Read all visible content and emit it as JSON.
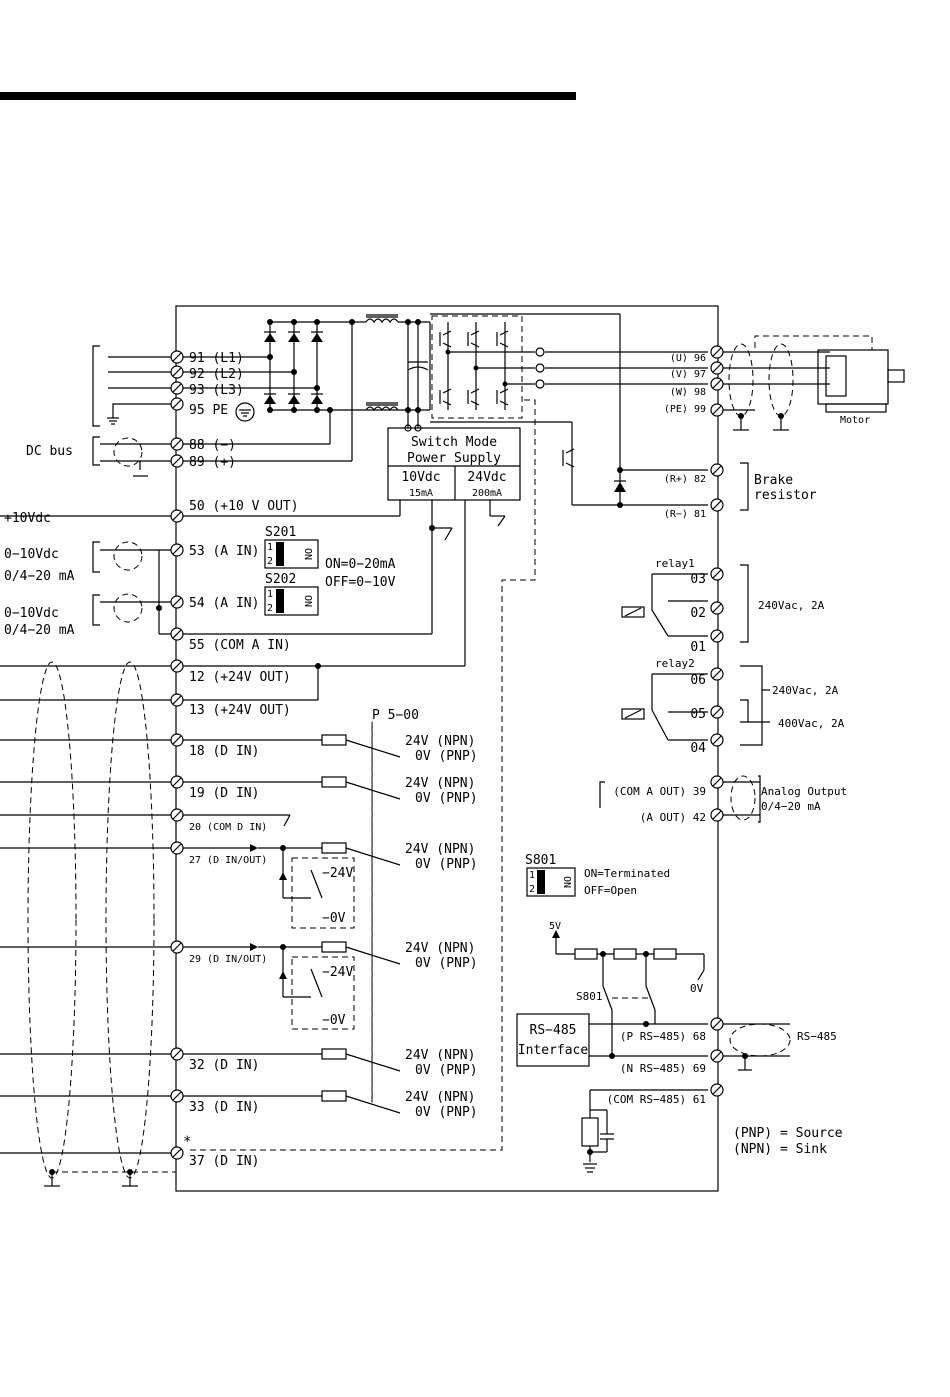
{
  "diagram": {
    "left_terminals": [
      {
        "label": "91  (L1)"
      },
      {
        "label": "92  (L2)"
      },
      {
        "label": "93  (L3)"
      },
      {
        "label": "95  PE"
      },
      {
        "label": "88  (−)"
      },
      {
        "label": "89  (+)"
      },
      {
        "label": "50  (+10 V OUT)"
      },
      {
        "label": "53  (A IN)"
      },
      {
        "label": "54  (A IN)"
      },
      {
        "label": "55  (COM A IN)"
      },
      {
        "label": "12  (+24V OUT)"
      },
      {
        "label": "13  (+24V OUT)"
      },
      {
        "label": "18  (D IN)"
      },
      {
        "label": "19  (D IN)"
      },
      {
        "label": "20  (COM D IN)"
      },
      {
        "label": "27  (D IN/OUT)"
      },
      {
        "label": "29  (D IN/OUT)"
      },
      {
        "label": "32  (D IN)"
      },
      {
        "label": "33  (D IN)"
      },
      {
        "label": "37  (D IN)"
      }
    ],
    "right_terminals": [
      {
        "label": "(U) 96"
      },
      {
        "label": "(V) 97"
      },
      {
        "label": "(W) 98"
      },
      {
        "label": "(PE) 99"
      },
      {
        "label": "(R+) 82"
      },
      {
        "label": "(R−) 81"
      },
      {
        "label": "03"
      },
      {
        "label": "02"
      },
      {
        "label": "01"
      },
      {
        "label": "06"
      },
      {
        "label": "05"
      },
      {
        "label": "04"
      },
      {
        "label": "(COM A OUT) 39"
      },
      {
        "label": "(A OUT) 42"
      },
      {
        "label": "(P RS−485) 68"
      },
      {
        "label": "(N RS−485) 69"
      },
      {
        "label": "(COM RS−485) 61"
      }
    ],
    "external": {
      "dc_bus": "DC bus",
      "plus10vdc": "+10Vdc",
      "ain1_line1": "0−10Vdc",
      "ain1_line2": "0/4−20 mA",
      "ain2_line1": "0−10Vdc",
      "ain2_line2": "0/4−20 mA",
      "motor": "Motor",
      "brake_line1": "Brake",
      "brake_line2": "resistor",
      "relay_rating1": "240Vac, 2A",
      "relay_rating2": "240Vac, 2A",
      "relay_rating3": "400Vac, 2A",
      "analog_output_line1": "Analog Output",
      "analog_output_line2": "0/4−20 mA",
      "rs485": "RS−485"
    },
    "internal": {
      "smps_line1": "Switch Mode",
      "smps_line2": "Power Supply",
      "smps_10v": "10Vdc",
      "smps_10v_current": "15mA",
      "smps_24v": "24Vdc",
      "smps_24v_current": "200mA",
      "s201": "S201",
      "s202": "S202",
      "switch_on": "ON",
      "switch_1": "1",
      "switch_2": "2",
      "on_note": "ON=0−20mA",
      "off_note": "OFF=0−10V",
      "p500": "P 5−00",
      "npn": "24V (NPN)",
      "pnp": "0V (PNP)",
      "minus24v": "−24V",
      "minus0v": "−0V",
      "relay1": "relay1",
      "relay2": "relay2",
      "s801": "S801",
      "s801_on": "ON=Terminated",
      "s801_off": "OFF=Open",
      "v5": "5V",
      "v0": "0V",
      "s801_small": "S801",
      "rs485_if_line1": "RS−485",
      "rs485_if_line2": "Interface",
      "asterisk": "*",
      "pnp_source": "(PNP)  =  Source",
      "npn_sink": "(NPN)  =  Sink"
    }
  }
}
